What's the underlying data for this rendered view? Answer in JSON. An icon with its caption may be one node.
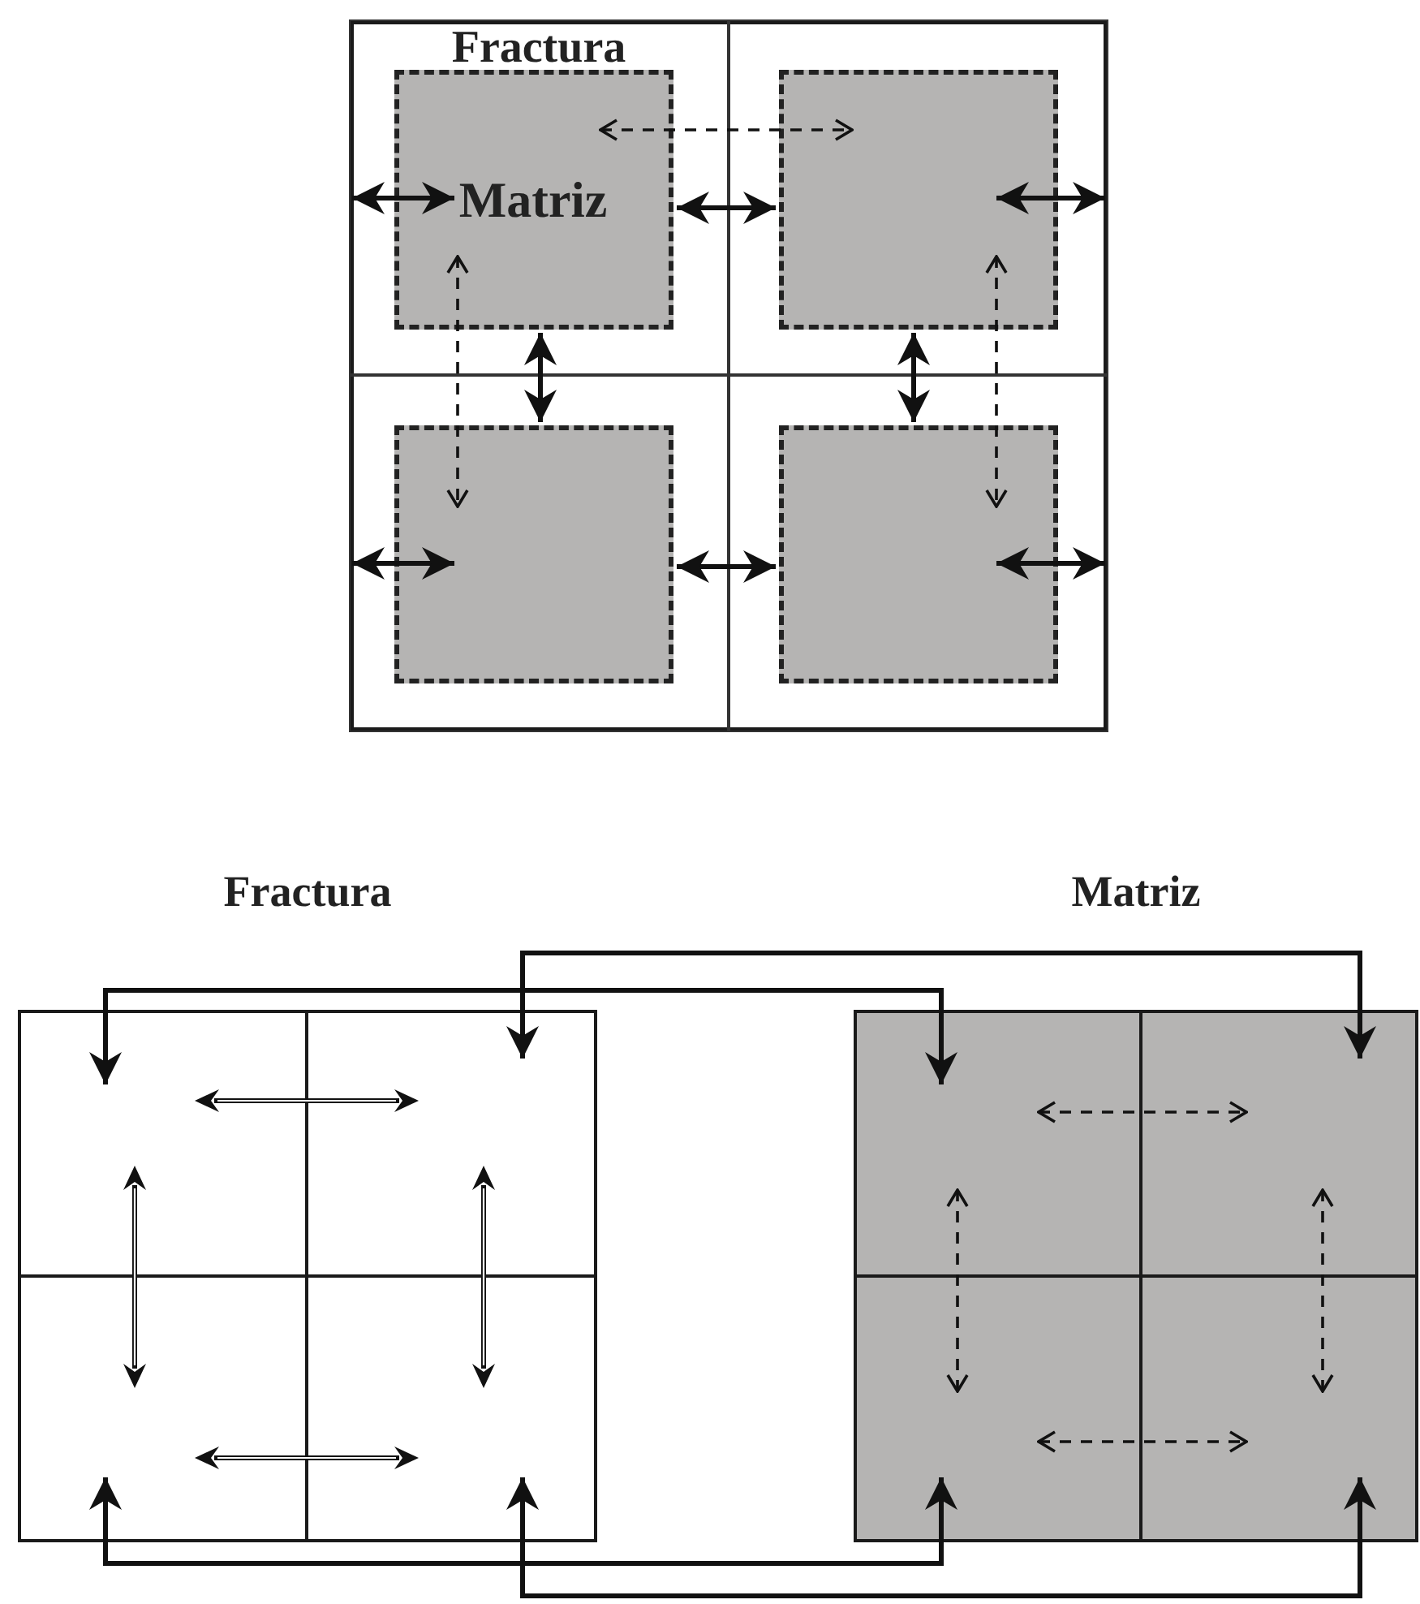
{
  "diagram": {
    "nodes": [
      {
        "text": [],
        "shape": "box"
      },
      {
        "text": [
          "Fractura"
        ],
        "in": 0
      },
      {
        "text": [],
        "shape": "box",
        "in": 0
      },
      {
        "text": [],
        "shape": "box",
        "in": 0
      },
      {
        "text": [],
        "shape": "box",
        "in": 0
      },
      {
        "text": [
          "Matriz"
        ],
        "in": 1
      },
      {
        "text": [],
        "shape": "box",
        "in": 2
      },
      {
        "text": [],
        "shape": "box",
        "in": 3
      },
      {
        "text": [],
        "shape": "box",
        "in": 4
      },
      {
        "text": [
          "Fractura"
        ]
      },
      {
        "text": [],
        "shape": "box",
        "in": 9
      },
      {
        "text": [],
        "shape": "box",
        "in": 9
      },
      {
        "text": [],
        "shape": "box",
        "in": 9
      },
      {
        "text": [],
        "shape": "box",
        "in": 9
      },
      {
        "text": [
          "Matriz"
        ]
      },
      {
        "text": [],
        "shape": "box",
        "in": 14
      },
      {
        "text": [],
        "shape": "box",
        "in": 14
      },
      {
        "text": [],
        "shape": "box",
        "in": 14
      },
      {
        "text": [],
        "shape": "box",
        "in": 14
      }
    ],
    "edges": [
      {
        "from": 1,
        "to": 5,
        "arrow": "both"
      },
      {
        "from": 2,
        "to": 6,
        "arrow": "both"
      },
      {
        "from": 3,
        "to": 7,
        "arrow": "both"
      },
      {
        "from": 4,
        "to": 8,
        "arrow": "both"
      },
      {
        "from": 5,
        "to": 6,
        "arrow": "both"
      },
      {
        "from": 5,
        "to": 7,
        "arrow": "both"
      },
      {
        "from": 6,
        "to": 8,
        "arrow": "both"
      },
      {
        "from": 7,
        "to": 8,
        "arrow": "both"
      },
      {
        "from": 5,
        "to": 6,
        "arrow": "both",
        "style": "dashed"
      },
      {
        "from": 5,
        "to": 7,
        "arrow": "both",
        "style": "dashed"
      },
      {
        "from": 6,
        "to": 8,
        "arrow": "both",
        "style": "dashed"
      },
      {
        "from": 10,
        "to": 11,
        "arrow": "both"
      },
      {
        "from": 10,
        "to": 12,
        "arrow": "both"
      },
      {
        "from": 11,
        "to": 13,
        "arrow": "both"
      },
      {
        "from": 12,
        "to": 13,
        "arrow": "both"
      },
      {
        "from": 15,
        "to": 16,
        "arrow": "both",
        "style": "dashed"
      },
      {
        "from": 15,
        "to": 17,
        "arrow": "both",
        "style": "dashed"
      },
      {
        "from": 16,
        "to": 18,
        "arrow": "both",
        "style": "dashed"
      },
      {
        "from": 17,
        "to": 18,
        "arrow": "both",
        "style": "dashed"
      },
      {
        "from": 10,
        "to": 15,
        "arrow": "both"
      },
      {
        "from": 11,
        "to": 16,
        "arrow": "both"
      },
      {
        "from": 12,
        "to": 17,
        "arrow": "both"
      },
      {
        "from": 13,
        "to": 18,
        "arrow": "both"
      }
    ]
  }
}
